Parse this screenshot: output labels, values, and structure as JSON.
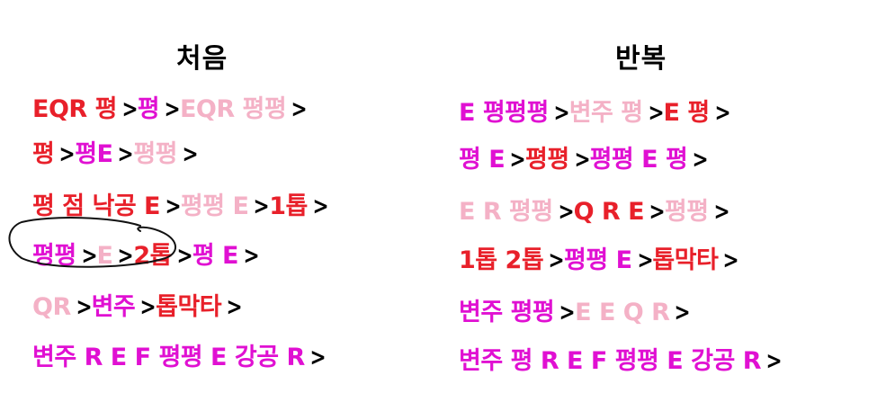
{
  "colors": {
    "red": "#e8202a",
    "magenta": "#e010d2",
    "pink": "#f4b1c6",
    "black": "#000000"
  },
  "left": {
    "heading": "처음",
    "lines": [
      [
        [
          "EQR 평",
          "red"
        ],
        [
          ">",
          "black"
        ],
        [
          "평",
          "magenta"
        ],
        [
          ">",
          "black"
        ],
        [
          "EQR 평평",
          "pink"
        ],
        [
          ">",
          "black"
        ]
      ],
      [
        [
          "평",
          "red"
        ],
        [
          ">",
          "black"
        ],
        [
          "평E",
          "magenta"
        ],
        [
          ">",
          "black"
        ],
        [
          "평평",
          "pink"
        ],
        [
          ">",
          "black"
        ]
      ],
      [
        [
          "평 점 낙공 E",
          "red"
        ],
        [
          ">",
          "black"
        ],
        [
          "평평 E",
          "pink"
        ],
        [
          ">",
          "black"
        ],
        [
          "1톱",
          "red"
        ],
        [
          ">",
          "black"
        ]
      ],
      [
        [
          "평평",
          "magenta"
        ],
        [
          ">",
          "black"
        ],
        [
          "E",
          "pink"
        ],
        [
          ">",
          "black"
        ],
        [
          "2톱",
          "red"
        ],
        [
          ">",
          "black"
        ],
        [
          "평 E",
          "magenta"
        ],
        [
          ">",
          "black"
        ]
      ],
      [
        [
          "QR",
          "pink"
        ],
        [
          ">",
          "black"
        ],
        [
          "변주",
          "magenta"
        ],
        [
          ">",
          "black"
        ],
        [
          "톱막타",
          "red"
        ],
        [
          ">",
          "black"
        ]
      ],
      [
        [
          "변주 R E F 평평 E 강공 R",
          "magenta"
        ],
        [
          ">",
          "black"
        ]
      ]
    ]
  },
  "right": {
    "heading": "반복",
    "lines": [
      [
        [
          "E 평평평",
          "magenta"
        ],
        [
          ">",
          "black"
        ],
        [
          "변주 평",
          "pink"
        ],
        [
          ">",
          "black"
        ],
        [
          "E 평",
          "red"
        ],
        [
          ">",
          "black"
        ]
      ],
      [
        [
          "평 E",
          "magenta"
        ],
        [
          ">",
          "black"
        ],
        [
          "평평",
          "red"
        ],
        [
          ">",
          "black"
        ],
        [
          "평평 E 평",
          "magenta"
        ],
        [
          ">",
          "black"
        ]
      ],
      [
        [
          "E R 평평",
          "pink"
        ],
        [
          ">",
          "black"
        ],
        [
          "Q R E",
          "red"
        ],
        [
          ">",
          "black"
        ],
        [
          "평평",
          "pink"
        ],
        [
          ">",
          "black"
        ]
      ],
      [
        [
          "1톱 2톱",
          "red"
        ],
        [
          ">",
          "black"
        ],
        [
          "평평 E",
          "magenta"
        ],
        [
          ">",
          "black"
        ],
        [
          "톱막타",
          "red"
        ],
        [
          ">",
          "black"
        ]
      ],
      [
        [
          "변주 평평",
          "magenta"
        ],
        [
          ">",
          "black"
        ],
        [
          "E E Q R",
          "pink"
        ],
        [
          ">",
          "black"
        ]
      ],
      [
        [
          "변주 평 R E F 평평 E 강공 R",
          "magenta"
        ],
        [
          ">",
          "black"
        ]
      ]
    ]
  }
}
